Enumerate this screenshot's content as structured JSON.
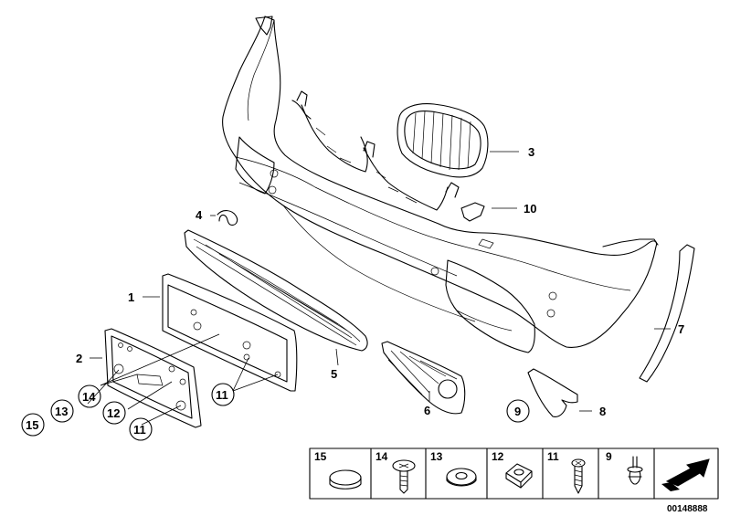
{
  "diagram": {
    "callouts": [
      {
        "id": "c1",
        "text": "1"
      },
      {
        "id": "c2",
        "text": "2"
      },
      {
        "id": "c3",
        "text": "3"
      },
      {
        "id": "c4",
        "text": "4"
      },
      {
        "id": "c5",
        "text": "5"
      },
      {
        "id": "c6",
        "text": "6"
      },
      {
        "id": "c7",
        "text": "7"
      },
      {
        "id": "c8",
        "text": "8"
      },
      {
        "id": "c9",
        "text": "9"
      },
      {
        "id": "c10",
        "text": "10"
      },
      {
        "id": "c11a",
        "text": "11"
      },
      {
        "id": "c11b",
        "text": "11"
      },
      {
        "id": "c12",
        "text": "12"
      },
      {
        "id": "c13",
        "text": "13"
      },
      {
        "id": "c14",
        "text": "14"
      },
      {
        "id": "c15",
        "text": "15"
      }
    ],
    "legend": [
      {
        "text": "15",
        "icon": "plug-cap-icon"
      },
      {
        "text": "14",
        "icon": "expanding-rivet-icon"
      },
      {
        "text": "13",
        "icon": "washer-icon"
      },
      {
        "text": "12",
        "icon": "square-nut-icon"
      },
      {
        "text": "11",
        "icon": "screw-icon"
      },
      {
        "text": "9",
        "icon": "clip-icon"
      },
      {
        "text": "",
        "icon": "direction-arrow-icon"
      }
    ],
    "doc_number": "00148888"
  }
}
